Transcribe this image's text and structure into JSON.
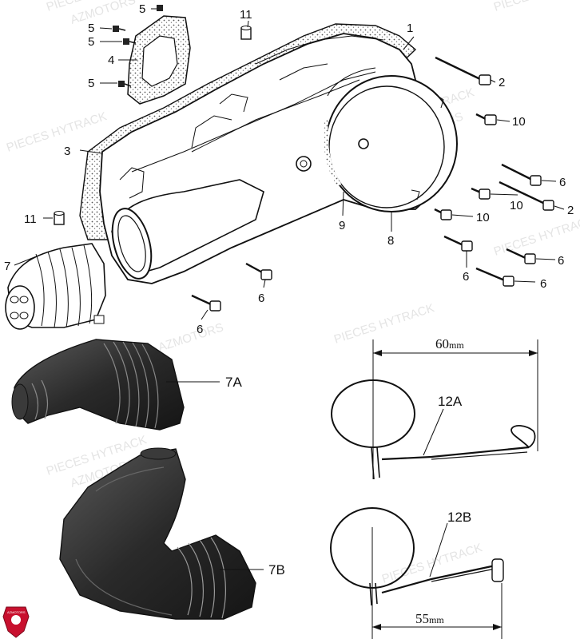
{
  "watermark": {
    "line1": "PIECES HYTRACK",
    "line2": "AZMOTORS"
  },
  "logo": {
    "text": "AZMOTORS"
  },
  "callouts": {
    "c1": "1",
    "c2a": "2",
    "c2b": "2",
    "c3": "3",
    "c4": "4",
    "c5a": "5",
    "c5b": "5",
    "c5c": "5",
    "c5d": "5",
    "c6a": "6",
    "c6b": "6",
    "c6c": "6",
    "c6d": "6",
    "c6e": "6",
    "c6f": "6",
    "c7": "7",
    "c7a": "7A",
    "c7b": "7B",
    "c8": "8",
    "c9": "9",
    "c10a": "10",
    "c10b": "10",
    "c10c": "10",
    "c11a": "11",
    "c11b": "11",
    "c12a": "12A",
    "c12b": "12B"
  },
  "dimensions": {
    "top_value": "60",
    "top_unit": "mm",
    "bottom_value": "55",
    "bottom_unit": "mm"
  },
  "colors": {
    "ink": "#111111",
    "hose": "#2b2b2b",
    "logo_red": "#c8102e",
    "watermark": "#cfcfcf"
  }
}
